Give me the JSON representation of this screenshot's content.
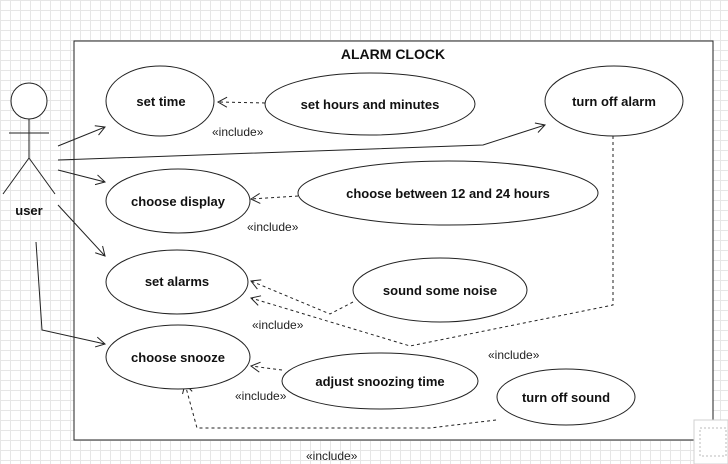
{
  "system": {
    "title": "ALARM CLOCK"
  },
  "actor": {
    "name": "user"
  },
  "use_cases": {
    "set_time": "set time",
    "set_hours_minutes": "set hours and minutes",
    "turn_off_alarm": "turn off alarm",
    "choose_display": "choose display",
    "choose_12_24": "choose between 12 and 24 hours",
    "set_alarms": "set alarms",
    "sound_noise": "sound some noise",
    "choose_snooze": "choose snooze",
    "adjust_snoozing": "adjust snoozing time",
    "turn_off_sound": "turn off sound"
  },
  "relations": {
    "include_1": "«include»",
    "include_2": "«include»",
    "include_3": "«include»",
    "include_4": "«include»",
    "include_5": "«include»",
    "include_6": "«include»"
  }
}
